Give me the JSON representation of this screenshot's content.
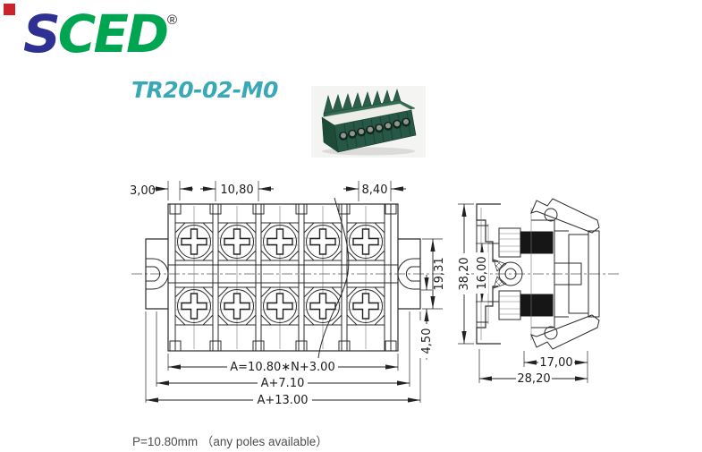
{
  "brand": {
    "logo_s": "S",
    "logo_ced": "CED",
    "registered": "®"
  },
  "product": {
    "model": "TR20-02-M0"
  },
  "colors": {
    "logo_blue": "#2e3192",
    "logo_green": "#00a551",
    "logo_red": "#c9252b",
    "model_teal": "#39a8b7",
    "line": "#2b2b2b",
    "photo_body_green": "#275847"
  },
  "front_view": {
    "dims": {
      "top_left": "3,00",
      "pitch": "10,80",
      "top_right": "8,40",
      "ear_height": "19,31",
      "foot": "4,50",
      "formula": "A=10.80∗N+3.00",
      "overall_mid": "A+7.10",
      "overall": "A+13.00"
    }
  },
  "side_view": {
    "dims": {
      "height": "38,20",
      "inner_height": "16,00",
      "width_inner": "17,00",
      "width_outer": "28,20"
    }
  },
  "footer": {
    "note": "P=10.80mm  （any poles available）"
  }
}
